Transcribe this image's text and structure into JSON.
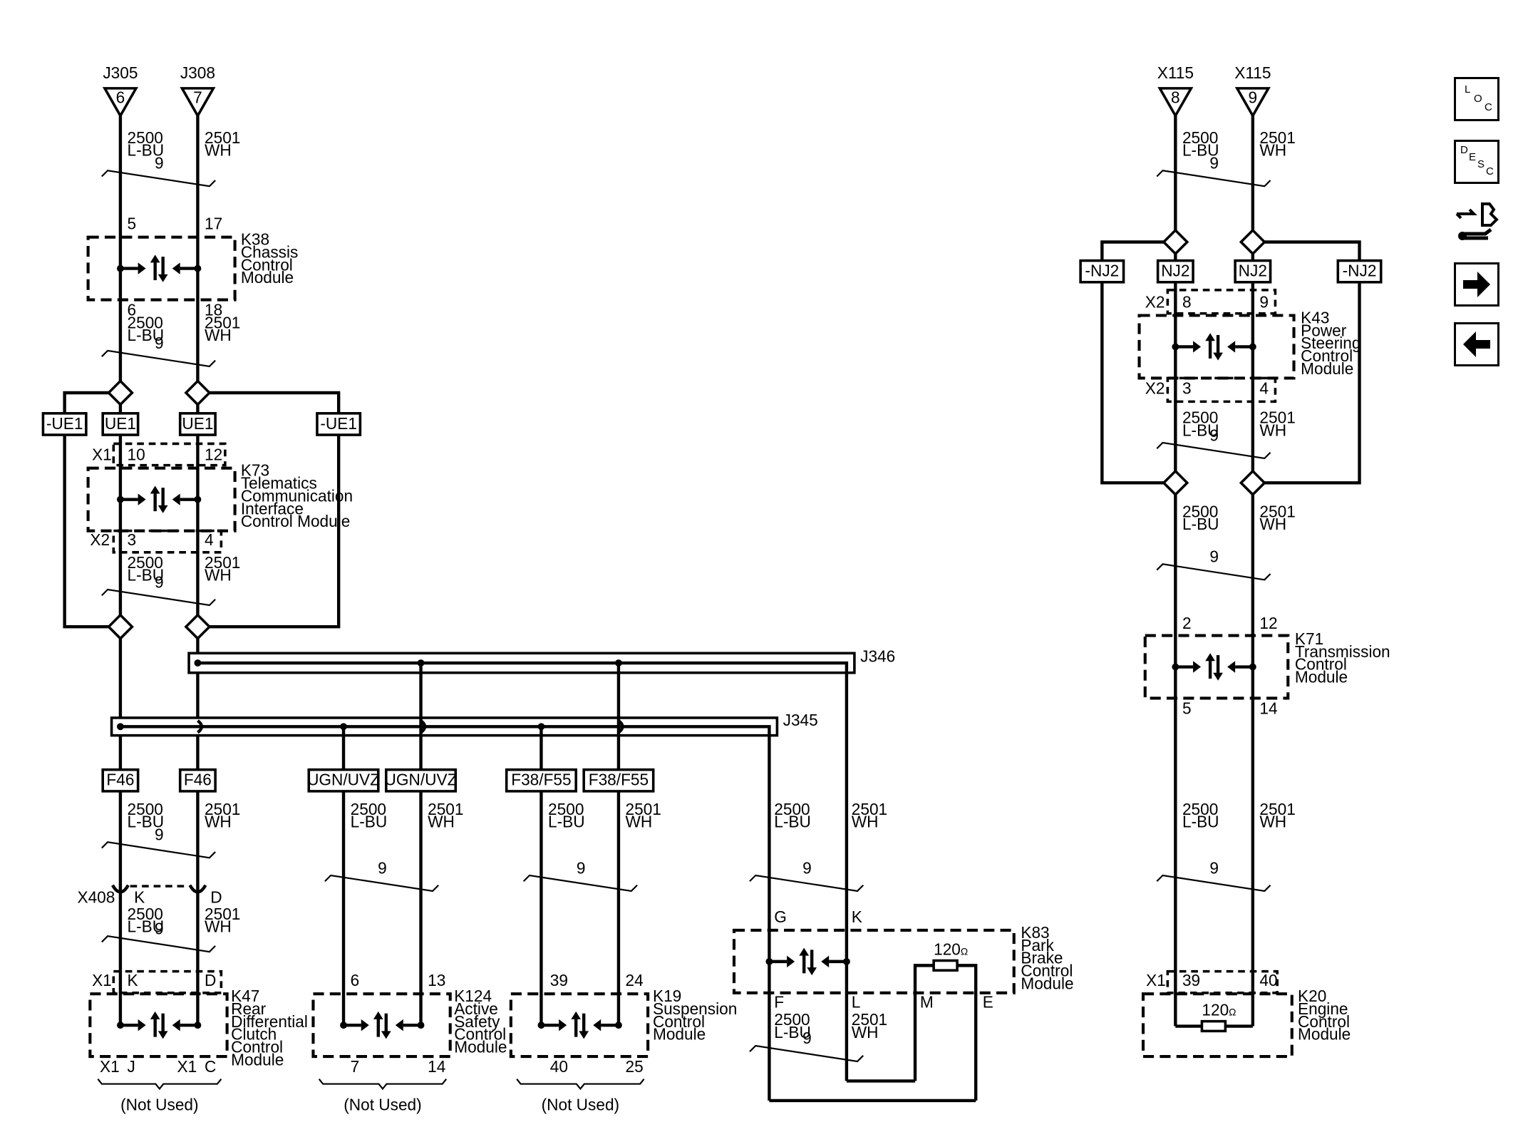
{
  "left_network": {
    "top_connectors": [
      {
        "name": "J305",
        "pin": "6"
      },
      {
        "name": "J308",
        "pin": "7"
      }
    ],
    "circuits": {
      "a": {
        "num": "2500",
        "color": "L-BU"
      },
      "b": {
        "num": "2501",
        "color": "WH"
      }
    },
    "twist_label": "9",
    "k38": {
      "id": "K38",
      "lines": [
        "Chassis",
        "Control",
        "Module"
      ],
      "pins_top": [
        "5",
        "17"
      ],
      "pins_bottom": [
        "6",
        "18"
      ]
    },
    "option_top_labels": [
      "-UE1",
      "UE1",
      "UE1",
      "-UE1"
    ],
    "k73": {
      "id": "K73",
      "lines": [
        "Telematics",
        "Communication",
        "Interface",
        "Control Module"
      ],
      "conn_top": "X1",
      "conn_bottom": "X2",
      "pins_top": [
        "10",
        "12"
      ],
      "pins_bottom": [
        "3",
        "4"
      ]
    },
    "splice_j346": "J346",
    "splice_j345": "J345",
    "branch_options": [
      "F46",
      "F46",
      "UGN/UVZ",
      "UGN/UVZ",
      "F38/F55",
      "F38/F55"
    ],
    "x408": {
      "name": "X408",
      "pins": [
        "K",
        "D"
      ]
    },
    "k47": {
      "id": "K47",
      "lines": [
        "Rear",
        "Differential",
        "Clutch",
        "Control",
        "Module"
      ],
      "conn": "X1",
      "pins_top": [
        "K",
        "D"
      ],
      "pins_bottom": [
        "X1",
        "J",
        "X1",
        "C"
      ]
    },
    "k124": {
      "id": "K124",
      "lines": [
        "Active",
        "Safety",
        "Control",
        "Module"
      ],
      "pins_top": [
        "6",
        "13"
      ],
      "pins_bottom": [
        "7",
        "14"
      ]
    },
    "k19": {
      "id": "K19",
      "lines": [
        "Suspension",
        "Control",
        "Module"
      ],
      "pins_top": [
        "39",
        "24"
      ],
      "pins_bottom": [
        "40",
        "25"
      ]
    },
    "k83": {
      "id": "K83",
      "lines": [
        "Park",
        "Brake",
        "Control",
        "Module"
      ],
      "pins_top": [
        "G",
        "K"
      ],
      "pins_bottom": [
        "F",
        "L",
        "M",
        "E"
      ],
      "resistor": "120"
    },
    "not_used": "(Not Used)"
  },
  "right_network": {
    "top_connectors": [
      {
        "name": "X115",
        "pin": "8"
      },
      {
        "name": "X115",
        "pin": "9"
      }
    ],
    "option_labels": [
      "-NJ2",
      "NJ2",
      "NJ2",
      "-NJ2"
    ],
    "k43": {
      "id": "K43",
      "lines": [
        "Power",
        "Steering",
        "Control",
        "Module"
      ],
      "conn_top": "X2",
      "conn_bottom": "X2",
      "pins_top": [
        "8",
        "9"
      ],
      "pins_bottom": [
        "3",
        "4"
      ]
    },
    "k71": {
      "id": "K71",
      "lines": [
        "Transmission",
        "Control",
        "Module"
      ],
      "pins_top": [
        "2",
        "12"
      ],
      "pins_bottom": [
        "5",
        "14"
      ]
    },
    "k20": {
      "id": "K20",
      "lines": [
        "Engine",
        "Control",
        "Module"
      ],
      "conn": "X1",
      "pins_top": [
        "39",
        "40"
      ],
      "resistor": "120"
    }
  },
  "ohm_symbol": "Ω",
  "nav": {
    "loc": [
      "L",
      "O",
      "C"
    ],
    "desc": [
      "D",
      "E",
      "S",
      "C"
    ],
    "icons": [
      "connector-service-icon",
      "next-arrow-icon",
      "previous-arrow-icon"
    ]
  }
}
